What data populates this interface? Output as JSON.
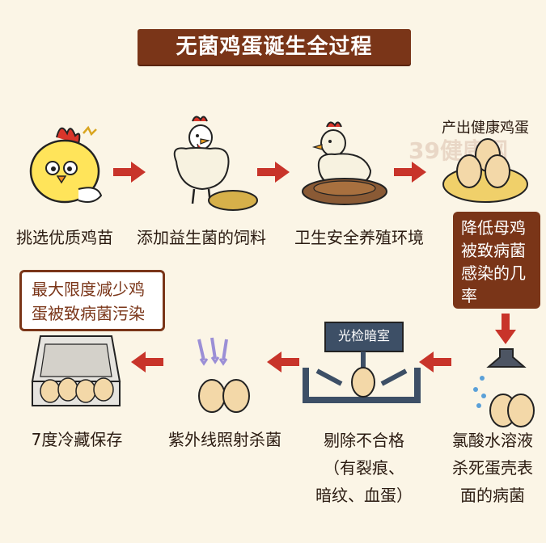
{
  "title": "无菌鸡蛋诞生全过程",
  "watermark": "39健康网",
  "steps": [
    {
      "label": "挑选优质鸡苗"
    },
    {
      "label": "添加益生菌的饲料"
    },
    {
      "label": "卫生安全养殖环境"
    },
    {
      "label": "产出健康鸡蛋"
    },
    {
      "lines": [
        "氯酸水溶液",
        "杀死蛋壳表",
        "面的病菌"
      ]
    },
    {
      "lines": [
        "剔除不合格",
        "（有裂痕、",
        "暗纹、血蛋）"
      ]
    },
    {
      "label": "紫外线照射杀菌"
    },
    {
      "label": "7度冷藏保存"
    }
  ],
  "right_note": {
    "lines": [
      "降低母鸡",
      "被致病菌",
      "感染的几",
      "率"
    ]
  },
  "left_note": {
    "lines": [
      "最大限度减少鸡",
      "蛋被致病菌污染"
    ]
  },
  "dark_room_label": "光检暗室",
  "colors": {
    "brown": "#7a3518",
    "arrow": "#c8342a",
    "egg": "#f0d3a0",
    "nest": "#8a5a35"
  }
}
